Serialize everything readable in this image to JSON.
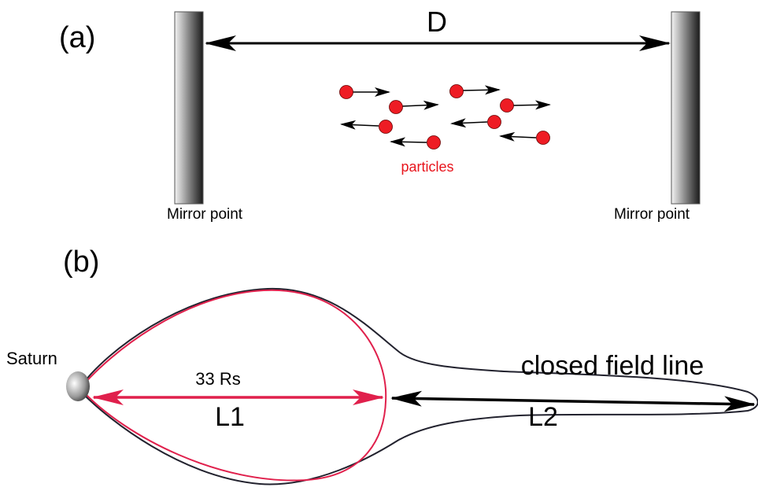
{
  "panel_a": {
    "label": "(a)",
    "distance_label": "D",
    "mirror_left_label": "Mirror point",
    "mirror_right_label": "Mirror point",
    "particles_label": "particles",
    "particles": [
      {
        "direction": "right"
      },
      {
        "direction": "right"
      },
      {
        "direction": "right"
      },
      {
        "direction": "right"
      },
      {
        "direction": "left"
      },
      {
        "direction": "left"
      },
      {
        "direction": "left"
      },
      {
        "direction": "left"
      }
    ]
  },
  "panel_b": {
    "label": "(b)",
    "planet_label": "Saturn",
    "distance_label": "33 Rs",
    "l1_label": "L1",
    "l2_label": "L2",
    "field_line_label": "closed field line"
  },
  "colors": {
    "particle": "#ee1c24",
    "red_line": "#e0204c",
    "black_line": "#22222e"
  }
}
